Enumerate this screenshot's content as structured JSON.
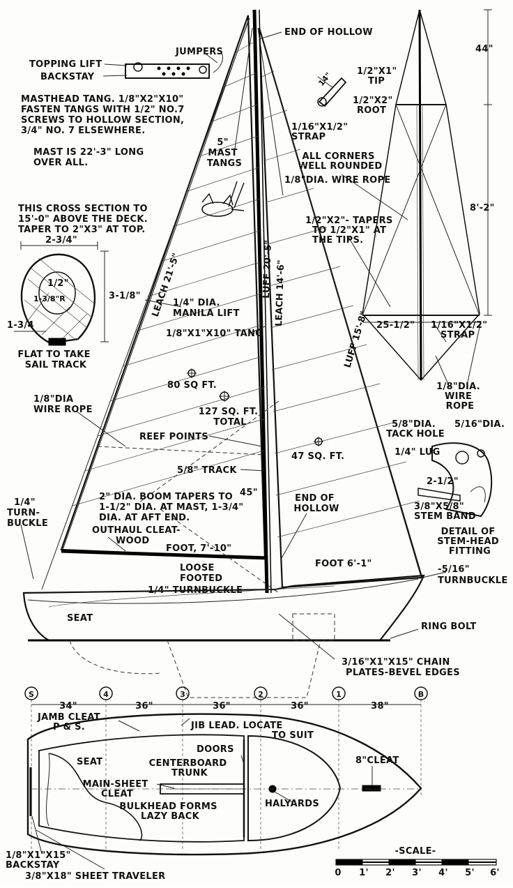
{
  "title_callouts": {
    "end_of_hollow_top": "END OF HOLLOW",
    "jumpers": "JUMPERS",
    "topping_lift": "TOPPING LIFT",
    "backstay": "BACKSTAY",
    "masthead_tang": [
      "MASTHEAD TANG. 1/8\"X2\"X10\"",
      "FASTEN TANGS WITH 1/2\" NO.7",
      "SCREWS TO HOLLOW SECTION,",
      "3/4\" NO. 7 ELSEWHERE."
    ],
    "mast_length": [
      "MAST IS 22'-3\" LONG",
      "OVER ALL."
    ],
    "mast_tangs": [
      "5\"",
      "MAST",
      "TANGS"
    ],
    "cross_section_note": [
      "THIS CROSS SECTION TO",
      "15'-0\" ABOVE THE DECK.",
      "TAPER TO 2\"X3\" AT TOP."
    ],
    "section_dims": {
      "width": "2-3/4\"",
      "wall": "1/2\"",
      "radius": "1-3/8\"R",
      "height": "3-1/8\"",
      "base": "1-3/4"
    },
    "flat_track": [
      "FLAT TO TAKE",
      "SAIL TRACK"
    ],
    "leach_main": "LEACH 21'-5\"",
    "luff_main": "LUFF 20'-5\"",
    "leach_jib": "LEACH 14'-6\"",
    "luff_jib": "LUFF 15'-8\"",
    "manila_lift": [
      "1/4\" DIA.",
      "MANILA LIFT"
    ],
    "tang_note": "1/8\"X1\"X10\" TANG",
    "area_main": "80 SQ FT.",
    "area_total": [
      "127 SQ. FT.",
      "TOTAL"
    ],
    "area_jib": "47 SQ. FT.",
    "wire_rope_left": [
      "1/8\"DIA",
      "WIRE ROPE"
    ],
    "reef_points": "REEF POINTS",
    "track": "5/8\" TRACK",
    "dim_45": "45\"",
    "boom_note": [
      "2\" DIA. BOOM TAPERS TO",
      "1-1/2\" DIA. AT MAST, 1-3/4\"",
      "DIA. AT AFT END."
    ],
    "end_of_hollow_low": [
      "END OF",
      "HOLLOW"
    ],
    "outhaul": [
      "OUTHAUL CLEAT-",
      "WOOD"
    ],
    "foot_main": "FOOT, 7'-10\"",
    "loose_footed": [
      "LOOSE",
      "FOOTED"
    ],
    "turnbuckle_quarter": "1/4\" TURNBUCKLE",
    "turnbuckle_left": [
      "1/4\"",
      "TURN-",
      "BUCKLE"
    ],
    "foot_jib": "FOOT 6'-1\"",
    "turnbuckle_right": "-5/16\"",
    "turnbuckle_right2": "TURNBUCKLE",
    "seat_profile": "SEAT",
    "ring_bolt": "RING BOLT",
    "chain_plates": [
      "3/16\"X1\"X15\" CHAIN",
      "PLATES-BEVEL EDGES"
    ]
  },
  "spreader_detail": {
    "dim_44": "44\"",
    "dim_14": "14\"",
    "tip": [
      "1/2\"X1\"",
      "TIP"
    ],
    "root": [
      "1/2\"X2\"",
      "ROOT"
    ],
    "strap_top": [
      "1/16\"X1/2\"",
      "STRAP"
    ],
    "corners": [
      "ALL CORNERS",
      "WELL ROUNDED"
    ],
    "wire_rope": "1/8\"DIA. WIRE ROPE",
    "dim_82": "8'-2\"",
    "tapers": [
      "1/2\"X2\"- TAPERS",
      "TO 1/2\"X1\" AT",
      "THE TIPS."
    ],
    "dim_25": "25-1/2\"",
    "strap_bottom": [
      "1/16\"X1/2\"",
      "STRAP"
    ],
    "wire_rope_bottom": [
      "1/8\"DIA.",
      "WIRE",
      "ROPE"
    ]
  },
  "stem_head": {
    "tack_hole": [
      "5/8\"DIA.",
      "TACK HOLE"
    ],
    "dia": "5/16\"DIA.",
    "lug": "1/4\" LUG",
    "dim": "2-1/2\"",
    "stem_band": [
      "3/8\"X5/8\"",
      "STEM BAND"
    ],
    "caption": [
      "DETAIL OF",
      "STEM-HEAD",
      "FITTING"
    ]
  },
  "plan": {
    "stations": [
      "S",
      "4",
      "3",
      "2",
      "1",
      "B"
    ],
    "spacings": [
      "34\"",
      "36\"",
      "36\"",
      "36\"",
      "38\""
    ],
    "jamb_cleat": [
      "JAMB CLEAT",
      "P & S."
    ],
    "jib_lead": [
      "JIB LEAD. LOCATE",
      "TO SUIT"
    ],
    "doors": "DOORS",
    "seat": "SEAT",
    "centerboard": [
      "CENTERBOARD",
      "TRUNK"
    ],
    "mainsheet_cleat": [
      "MAIN-SHEET",
      "CLEAT"
    ],
    "cleat_8": "8\"CLEAT",
    "halyards": "HALYARDS",
    "bulkhead": [
      "BULKHEAD FORMS",
      "LAZY BACK"
    ],
    "backstay_note": [
      "1/8\"X1\"X15\"",
      "BACKSTAY"
    ],
    "traveler": "3/8\"X18\" SHEET TRAVELER"
  },
  "scale": {
    "label": "-SCALE-",
    "ticks": [
      "0",
      "1'",
      "2'",
      "3'",
      "4'",
      "5'",
      "6'"
    ]
  }
}
